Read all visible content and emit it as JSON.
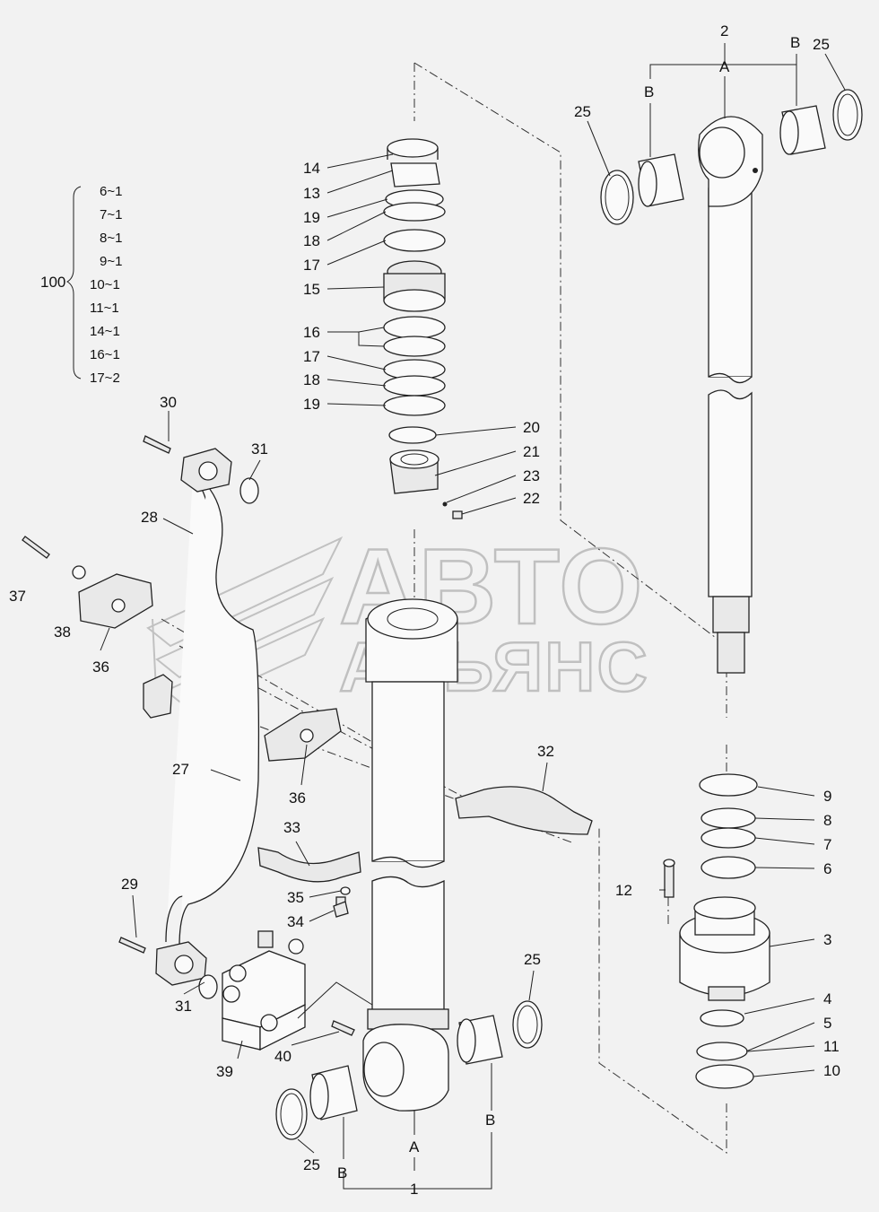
{
  "labels": {
    "l2": "2",
    "lA_top": "A",
    "lB_top_left": "B",
    "lB_top_right": "B",
    "l25_tr": "25",
    "l25_tl": "25",
    "l14": "14",
    "l13": "13",
    "l19a": "19",
    "l18a": "18",
    "l17a": "17",
    "l15": "15",
    "l16": "16",
    "l17b": "17",
    "l18b": "18",
    "l19b": "19",
    "l20": "20",
    "l21": "21",
    "l23": "23",
    "l22": "22",
    "l30": "30",
    "l31a": "31",
    "l28": "28",
    "l37": "37",
    "l38": "38",
    "l36a": "36",
    "l27": "27",
    "l36b": "36",
    "l32": "32",
    "l33": "33",
    "l35": "35",
    "l34": "34",
    "l29": "29",
    "l31b": "31",
    "l39": "39",
    "l40": "40",
    "l25_bl": "25",
    "l25_br": "25",
    "lB_bl": "B",
    "lA_bottom": "A",
    "lB_br": "B",
    "l1": "1",
    "l9": "9",
    "l8": "8",
    "l7": "7",
    "l6": "6",
    "l12": "12",
    "l3": "3",
    "l4": "4",
    "l5": "5",
    "l11": "11",
    "l10": "10"
  },
  "kit": {
    "number": "100",
    "items": [
      "6~1",
      "7~1",
      "8~1",
      "9~1",
      "10~1",
      "11~1",
      "14~1",
      "16~1",
      "17~2"
    ]
  },
  "watermark": {
    "line1": "АВТО",
    "line2": "АЛЬЯНС"
  }
}
